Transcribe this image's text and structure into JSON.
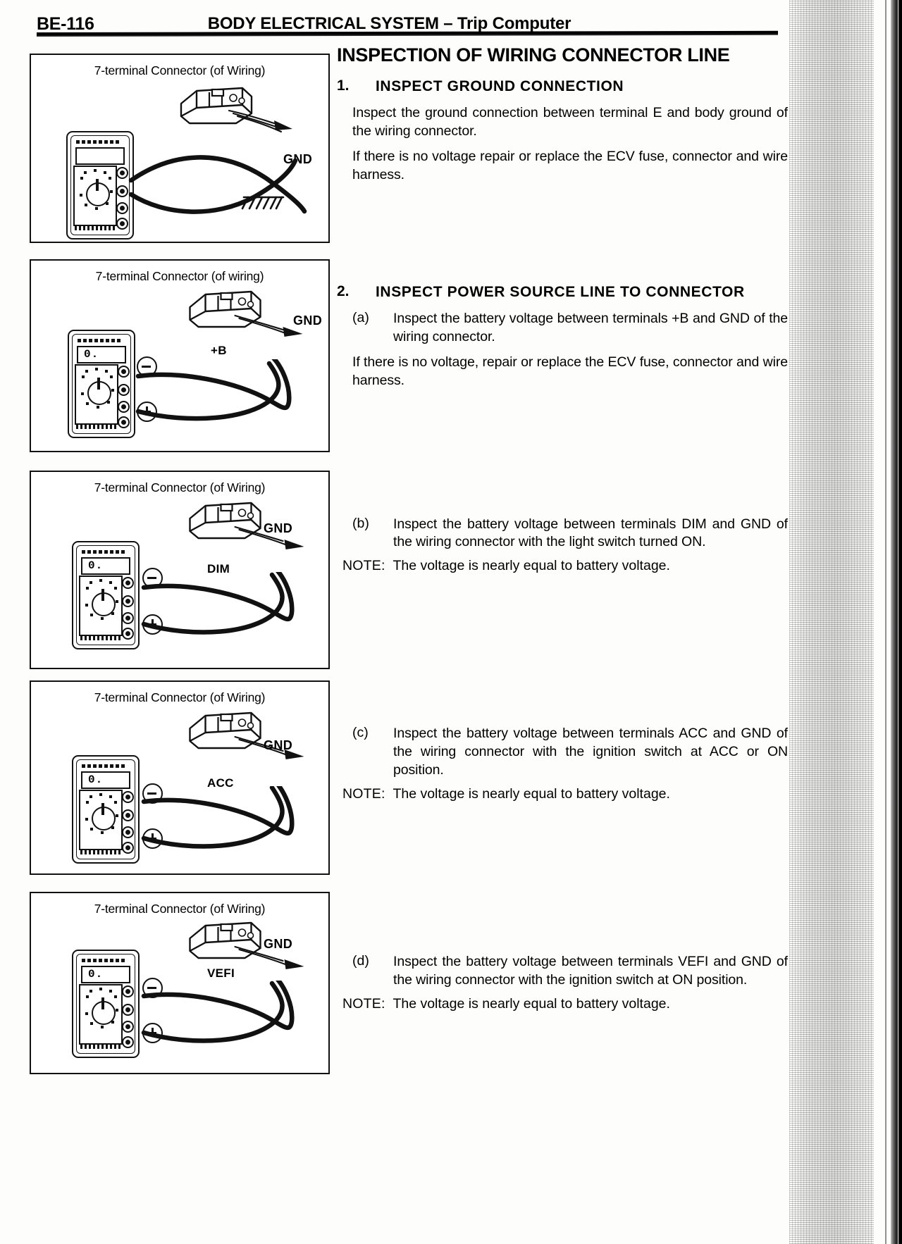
{
  "header": {
    "page_number": "BE-116",
    "title_main": "BODY ELECTRICAL SYSTEM",
    "title_dash": "–",
    "title_sub": "Trip Computer"
  },
  "section_title": "INSPECTION OF WIRING CONNECTOR LINE",
  "steps": [
    {
      "number": "1.",
      "heading": "INSPECT GROUND CONNECTION",
      "paragraphs": [
        "Inspect the ground connection between terminal E and body ground of the wiring connector.",
        "If there is no voltage repair or replace the ECV fuse, connector and wire harness."
      ]
    },
    {
      "number": "2.",
      "heading": "INSPECT POWER SOURCE LINE TO CONNECTOR",
      "items": [
        {
          "tag": "(a)",
          "text": "Inspect the battery voltage between terminals +B and GND of the wiring connector."
        }
      ],
      "paragraphs": [
        "If there is no voltage, repair or replace the ECV fuse, connector and wire harness."
      ]
    }
  ],
  "later_items": [
    {
      "tag": "(b)",
      "text": "Inspect the battery voltage between terminals DIM and GND of the wiring connector with the light switch turned ON.",
      "note_label": "NOTE:",
      "note_text": "The voltage is nearly equal to battery voltage."
    },
    {
      "tag": "(c)",
      "text": "Inspect the battery voltage between terminals ACC and GND of the wiring connector with the ignition switch at ACC or ON position.",
      "note_label": "NOTE:",
      "note_text": "The voltage is nearly equal to battery voltage."
    },
    {
      "tag": "(d)",
      "text": "Inspect the battery voltage between terminals VEFI and GND of the wiring connector with the ignition switch at ON position.",
      "note_label": "NOTE:",
      "note_text": "The voltage is nearly equal to battery voltage."
    }
  ],
  "figures": [
    {
      "caption": "7-terminal Connector (of Wiring)",
      "terminal_label": "GND",
      "second_label": "",
      "meter_reading": "",
      "has_ground_symbol": true,
      "has_polarity": false,
      "minus": "",
      "plus": ""
    },
    {
      "caption": "7-terminal Connector (of wiring)",
      "terminal_label": "GND",
      "second_label": "+B",
      "meter_reading": "0.",
      "has_ground_symbol": false,
      "has_polarity": true,
      "minus": "–",
      "plus": "+"
    },
    {
      "caption": "7-terminal Connector (of Wiring)",
      "terminal_label": "GND",
      "second_label": "DIM",
      "meter_reading": "0.",
      "has_ground_symbol": false,
      "has_polarity": true,
      "minus": "–",
      "plus": "+"
    },
    {
      "caption": "7-terminal Connector (of Wiring)",
      "terminal_label": "GND",
      "second_label": "ACC",
      "meter_reading": "0.",
      "has_ground_symbol": false,
      "has_polarity": true,
      "minus": "–",
      "plus": "+"
    },
    {
      "caption": "7-terminal Connector (of Wiring)",
      "terminal_label": "GND",
      "second_label": "VEFI",
      "meter_reading": "0.",
      "has_ground_symbol": false,
      "has_polarity": true,
      "minus": "–",
      "plus": "+"
    }
  ],
  "colors": {
    "ink": "#000000",
    "paper": "#fdfdfb"
  }
}
